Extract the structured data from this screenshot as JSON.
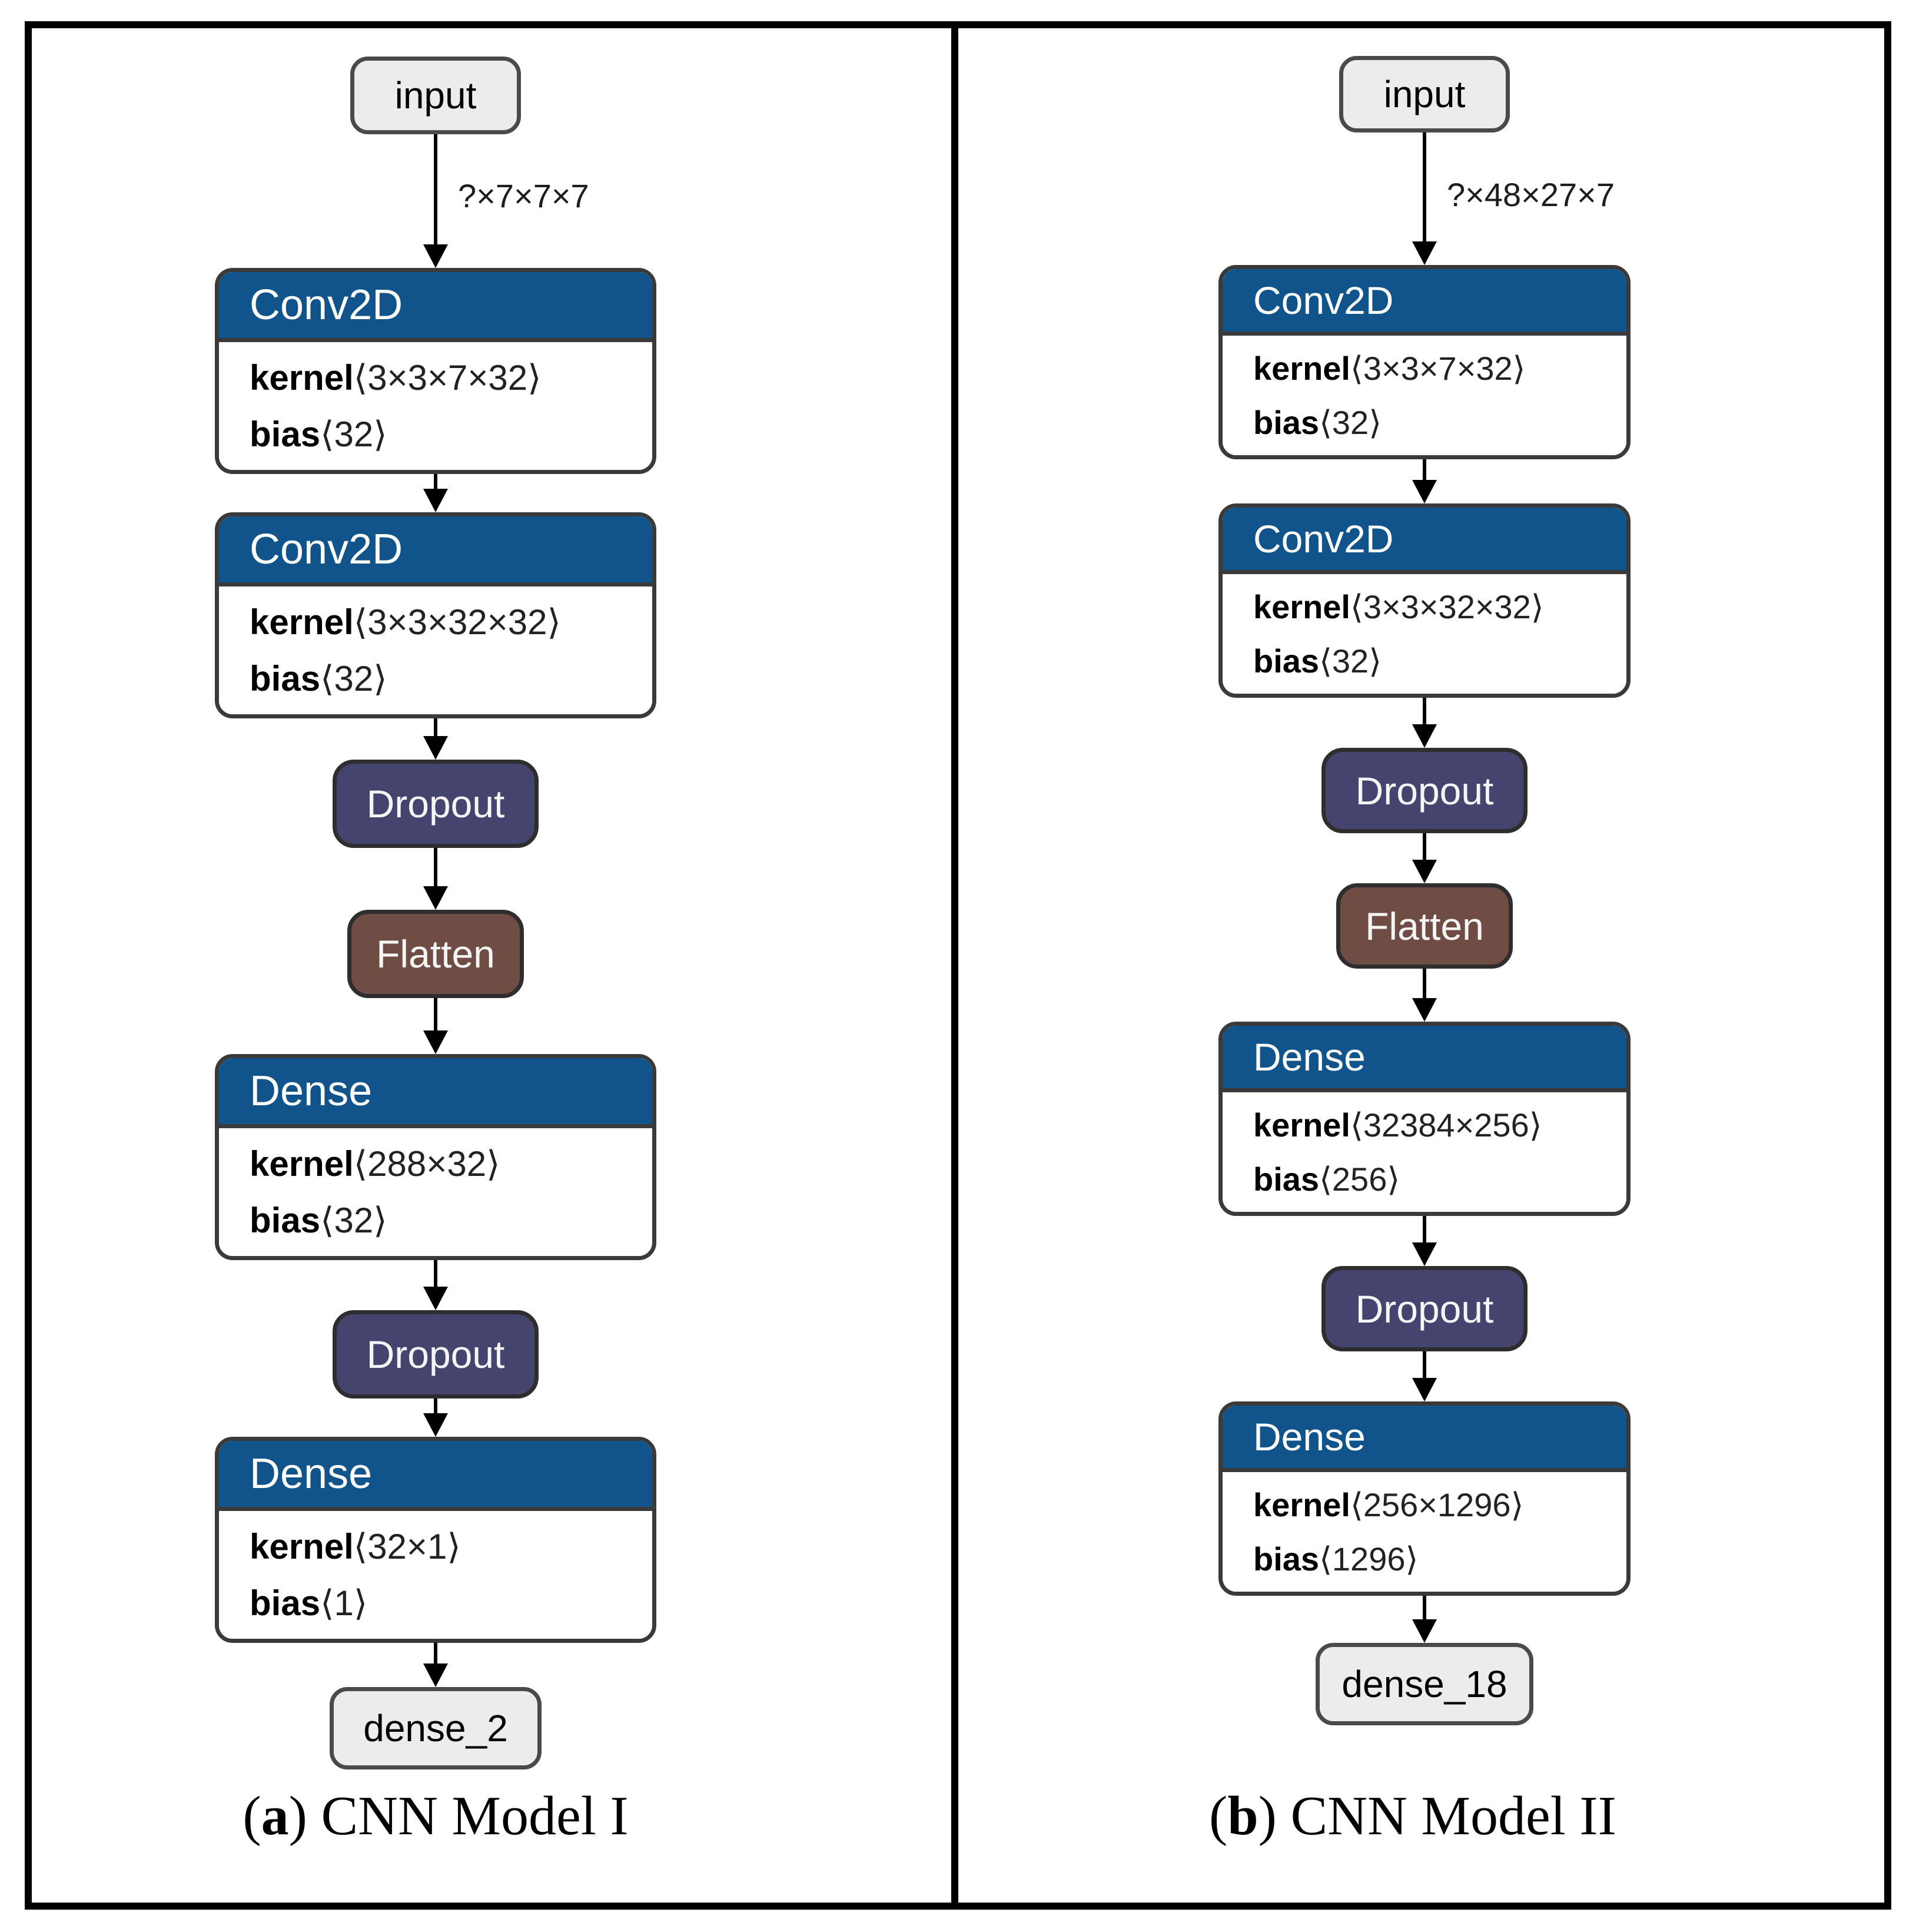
{
  "figure": {
    "colors": {
      "conv_dense_header": "#11548C",
      "dropout_fill": "#44446E",
      "flatten_fill": "#6F4D45",
      "io_node_fill": "#ECECEC",
      "block_border": "#3A3A3A",
      "frame_border": "#000000"
    },
    "left": {
      "input_label": "input",
      "input_shape": "?×7×7×7",
      "conv1": {
        "title": "Conv2D",
        "kernel_label": "kernel",
        "kernel_shape": "⟨3×3×7×32⟩",
        "bias_label": "bias",
        "bias_shape": "⟨32⟩"
      },
      "conv2": {
        "title": "Conv2D",
        "kernel_label": "kernel",
        "kernel_shape": "⟨3×3×32×32⟩",
        "bias_label": "bias",
        "bias_shape": "⟨32⟩"
      },
      "dropout1_label": "Dropout",
      "flatten_label": "Flatten",
      "dense1": {
        "title": "Dense",
        "kernel_label": "kernel",
        "kernel_shape": "⟨288×32⟩",
        "bias_label": "bias",
        "bias_shape": "⟨32⟩"
      },
      "dropout2_label": "Dropout",
      "dense2": {
        "title": "Dense",
        "kernel_label": "kernel",
        "kernel_shape": "⟨32×1⟩",
        "bias_label": "bias",
        "bias_shape": "⟨1⟩"
      },
      "output_label": "dense_2",
      "caption": {
        "open": "(",
        "letter": "a",
        "rest": ") CNN Model I"
      }
    },
    "right": {
      "input_label": "input",
      "input_shape": "?×48×27×7",
      "conv1": {
        "title": "Conv2D",
        "kernel_label": "kernel",
        "kernel_shape": "⟨3×3×7×32⟩",
        "bias_label": "bias",
        "bias_shape": "⟨32⟩"
      },
      "conv2": {
        "title": "Conv2D",
        "kernel_label": "kernel",
        "kernel_shape": "⟨3×3×32×32⟩",
        "bias_label": "bias",
        "bias_shape": "⟨32⟩"
      },
      "dropout1_label": "Dropout",
      "flatten_label": "Flatten",
      "dense1": {
        "title": "Dense",
        "kernel_label": "kernel",
        "kernel_shape": "⟨32384×256⟩",
        "bias_label": "bias",
        "bias_shape": "⟨256⟩"
      },
      "dropout2_label": "Dropout",
      "dense2": {
        "title": "Dense",
        "kernel_label": "kernel",
        "kernel_shape": "⟨256×1296⟩",
        "bias_label": "bias",
        "bias_shape": "⟨1296⟩"
      },
      "output_label": "dense_18",
      "caption": {
        "open": "(",
        "letter": "b",
        "rest": ") CNN Model II"
      }
    }
  }
}
